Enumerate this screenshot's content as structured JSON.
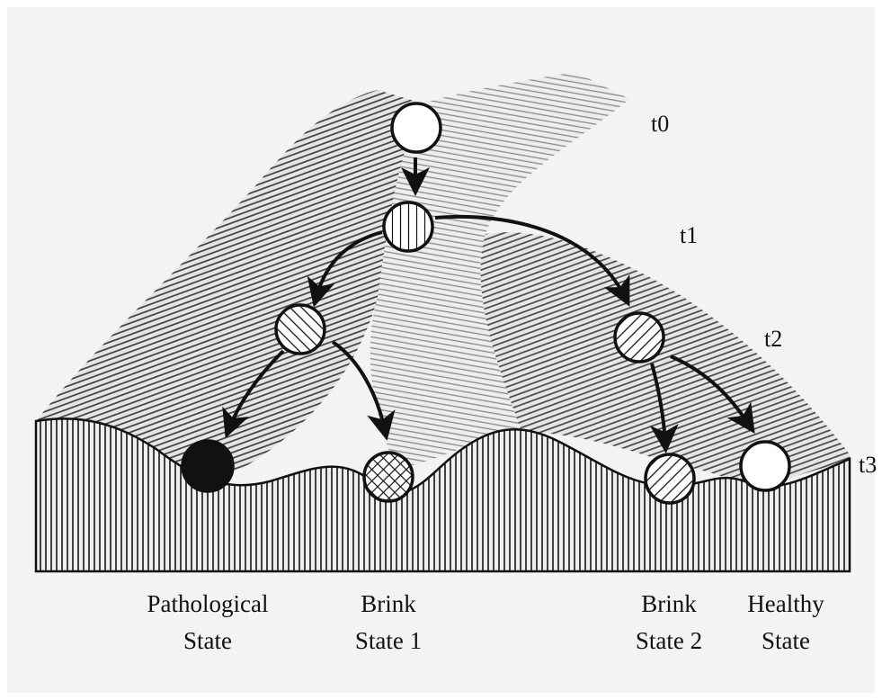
{
  "time_labels": {
    "t0": "t0",
    "t1": "t1",
    "t2": "t2",
    "t3": "t3"
  },
  "states": {
    "pathological": {
      "line1": "Pathological",
      "line2": "State"
    },
    "brink1": {
      "line1": "Brink",
      "line2": "State 1"
    },
    "brink2": {
      "line1": "Brink",
      "line2": "State 2"
    },
    "healthy": {
      "line1": "Healthy",
      "line2": "State"
    }
  },
  "colors": {
    "ink": "#111111",
    "paper": "#f3f3f5",
    "shade": "#3a3a3a"
  }
}
